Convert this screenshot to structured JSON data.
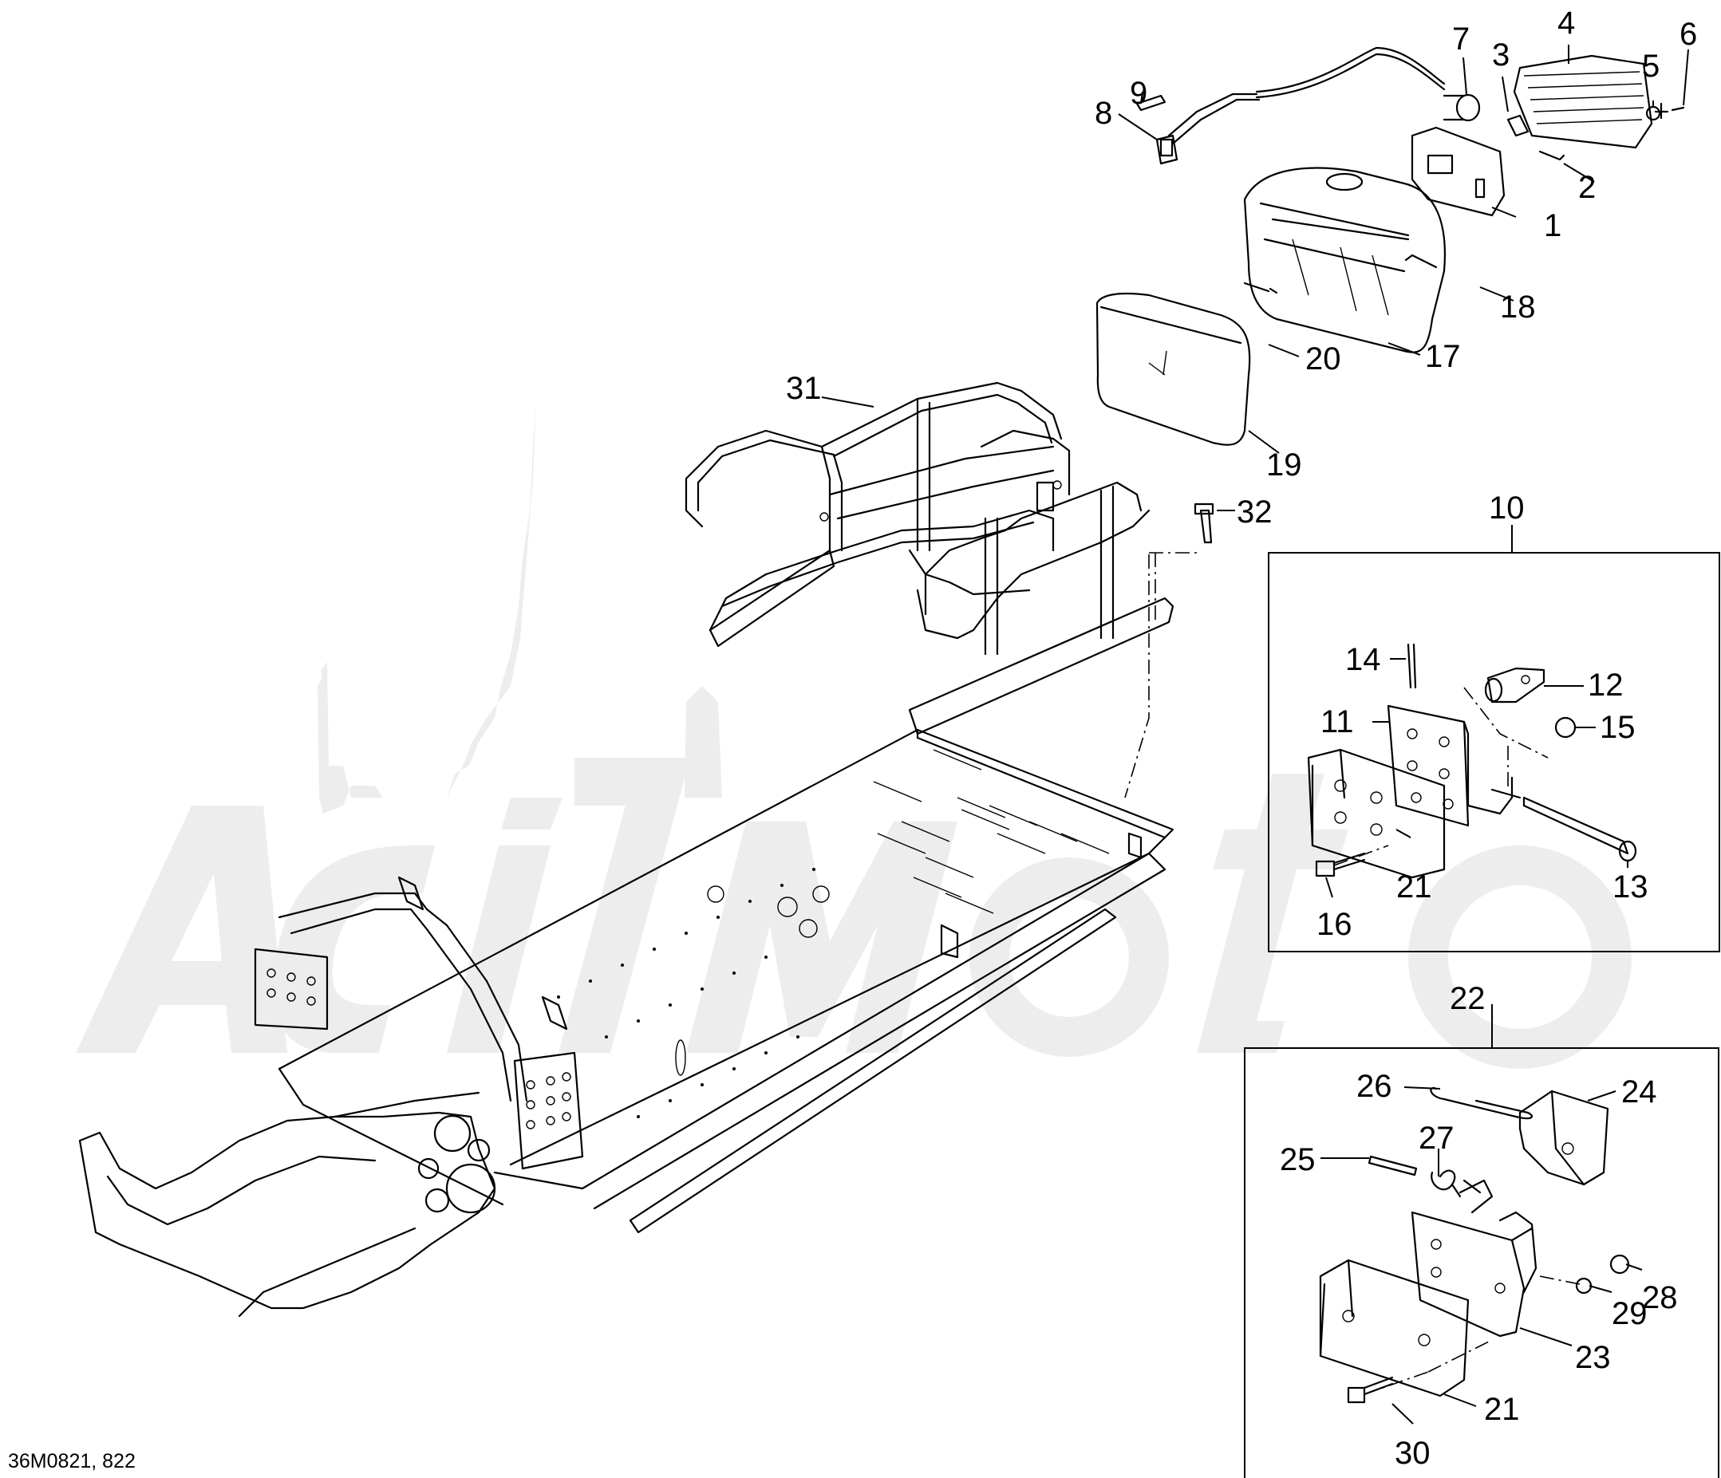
{
  "figure_code": "36M0821, 822",
  "watermark_text": "AcilMoto",
  "callouts": {
    "c1": "1",
    "c2": "2",
    "c3": "3",
    "c4": "4",
    "c5": "5",
    "c6": "6",
    "c7": "7",
    "c8": "8",
    "c9": "9",
    "c10": "10",
    "c11": "11",
    "c12": "12",
    "c13": "13",
    "c14": "14",
    "c15": "15",
    "c16": "16",
    "c17": "17",
    "c18": "18",
    "c19": "19",
    "c20": "20",
    "c21a": "21",
    "c21b": "21",
    "c22": "22",
    "c23": "23",
    "c24": "24",
    "c25": "25",
    "c26": "26",
    "c27": "27",
    "c28": "28",
    "c29": "29",
    "c30": "30",
    "c31": "31",
    "c32": "32"
  }
}
